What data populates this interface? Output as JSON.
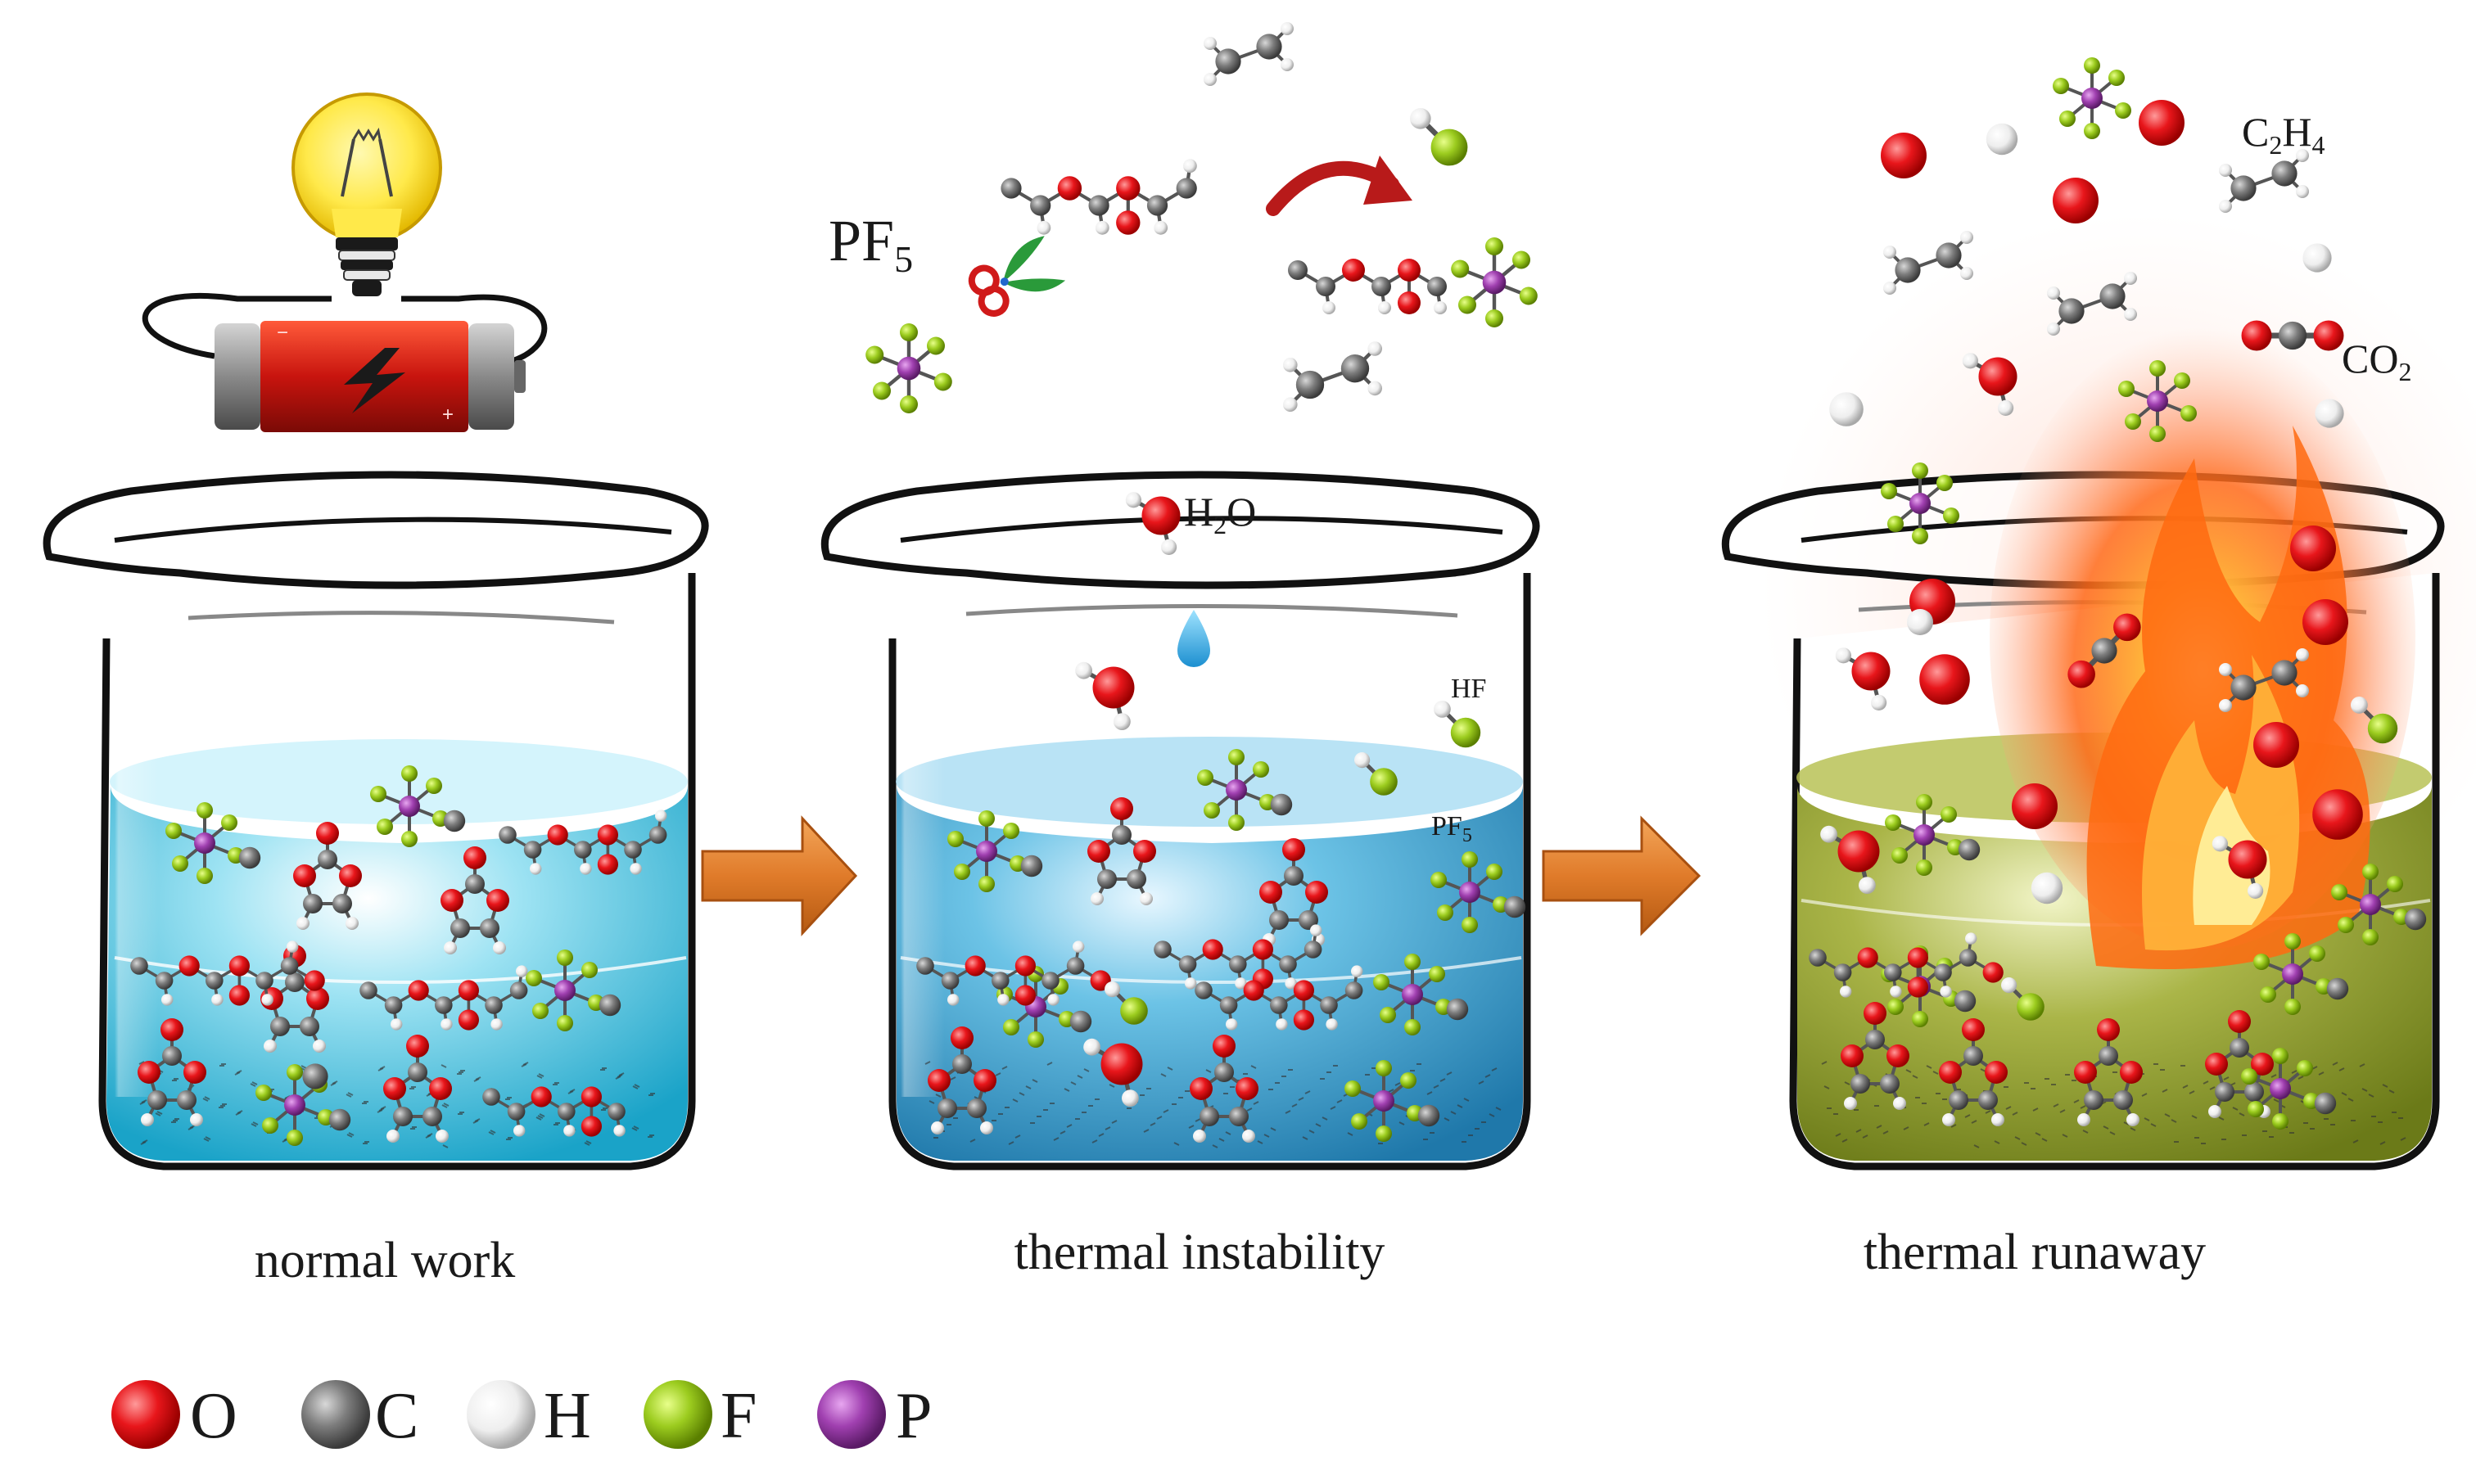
{
  "stages": [
    {
      "id": "normal",
      "caption": "normal work"
    },
    {
      "id": "instability",
      "caption": "thermal instability"
    },
    {
      "id": "runaway",
      "caption": "thermal runaway"
    }
  ],
  "formulas": {
    "pf5_top": {
      "base": "PF",
      "sub": "5"
    },
    "h2o": {
      "pre": "H",
      "sub": "2",
      "post": "O"
    },
    "hf": "HF",
    "pf5_liquid": {
      "base": "PF",
      "sub": "5"
    },
    "c2h4": {
      "pre": "C",
      "sub1": "2",
      "mid": "H",
      "sub2": "4"
    },
    "co2": {
      "pre": "CO",
      "sub": "2"
    }
  },
  "legend": [
    {
      "symbol": "O",
      "color": "#e8161b",
      "icon": "oxygen-atom-icon"
    },
    {
      "symbol": "C",
      "color": "#7d7d7d",
      "icon": "carbon-atom-icon"
    },
    {
      "symbol": "H",
      "color": "#f2f2f2",
      "icon": "hydrogen-atom-icon"
    },
    {
      "symbol": "F",
      "color": "#9ccc1f",
      "icon": "fluorine-atom-icon"
    },
    {
      "symbol": "P",
      "color": "#a040b0",
      "icon": "phosphorus-atom-icon"
    }
  ],
  "colors": {
    "liquid_normal": "#39b8d8",
    "liquid_instability": "#2b92bf",
    "liquid_runaway": "#8a9a2a",
    "arrow": "#e07b2a",
    "fire": "#ff7a1a"
  }
}
